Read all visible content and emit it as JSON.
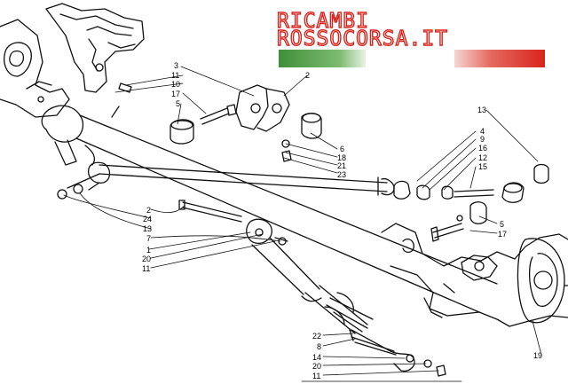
{
  "brand": {
    "line1": "RICAMBI",
    "line2": "ROSSOCORSA.IT",
    "colors": {
      "green": "#4b9a45",
      "white": "#ffffff",
      "red": "#d8241c"
    }
  },
  "callouts": {
    "c_3a": "3",
    "c_11a": "11",
    "c_10a": "10",
    "c_17a": "17",
    "c_5a": "5",
    "c_2a": "2",
    "c_6": "6",
    "c_18": "18",
    "c_21": "21",
    "c_23": "23",
    "c_13a": "13",
    "c_4": "4",
    "c_9": "9",
    "c_16": "16",
    "c_12": "12",
    "c_15": "15",
    "c_5b": "5",
    "c_17b": "17",
    "c_2b": "2",
    "c_24": "24",
    "c_13b": "13",
    "c_7": "7",
    "c_1": "1",
    "c_20a": "20",
    "c_11b": "11",
    "c_22": "22",
    "c_8": "8",
    "c_14": "14",
    "c_20b": "20",
    "c_11c": "11",
    "c_19": "19"
  }
}
